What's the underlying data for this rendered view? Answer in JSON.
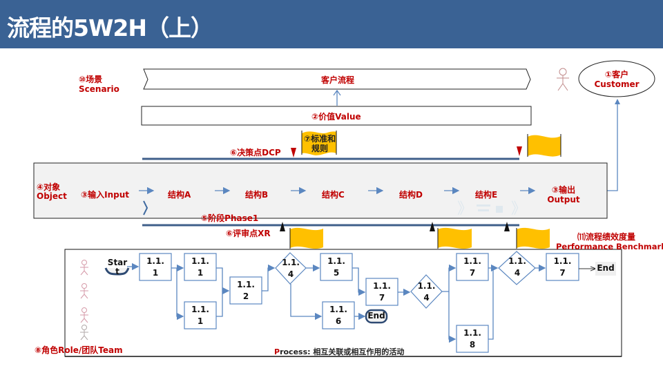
{
  "header": {
    "title": "流程的5W2H（上）"
  },
  "labels": {
    "scenario_cn": "⑩场景",
    "scenario_en": "Scenario",
    "customer_process": "客户流程",
    "value": "②价值Value",
    "customer_cn": "①客户",
    "customer_en": "Customer",
    "standards_line1": "⑦标准和",
    "standards_line2": "规则",
    "dcp": "⑥决策点DCP",
    "object_cn": "④对象",
    "object_en": "Object",
    "input": "③输入Input",
    "structures": [
      "结构A",
      "结构B",
      "结构C",
      "结构D",
      "结构E"
    ],
    "output_cn": "③输出",
    "output_en": "Output",
    "phase": "⑤阶段Phase1",
    "xr": "⑥评审点XR",
    "benchmark_cn": "⑾流程绩效度量",
    "benchmark_en": "Performance Benchmark",
    "role": "⑧角色Role/团队Team",
    "process_prefix": "P",
    "process_rest": "rocess: 相互关联或相互作用的活动"
  },
  "flow": {
    "start_line1": "Star",
    "start_line2": "t",
    "end_label": "End",
    "nodes": [
      {
        "id": "n1",
        "type": "box",
        "line1": "1.1.",
        "line2": "1"
      },
      {
        "id": "n2",
        "type": "box",
        "line1": "1.1.",
        "line2": "1"
      },
      {
        "id": "n3",
        "type": "box",
        "line1": "1.1.",
        "line2": "1"
      },
      {
        "id": "n4",
        "type": "box",
        "line1": "1.1.",
        "line2": "2"
      },
      {
        "id": "d1",
        "type": "diamond",
        "line1": "1.1.",
        "line2": "4"
      },
      {
        "id": "n5",
        "type": "box",
        "line1": "1.1.",
        "line2": "5"
      },
      {
        "id": "n6",
        "type": "box",
        "line1": "1.1.",
        "line2": "6"
      },
      {
        "id": "n7",
        "type": "box",
        "line1": "1.1.",
        "line2": "7"
      },
      {
        "id": "d2",
        "type": "diamond",
        "line1": "1.1.",
        "line2": "4"
      },
      {
        "id": "n8",
        "type": "box",
        "line1": "1.1.",
        "line2": "7"
      },
      {
        "id": "n9",
        "type": "box",
        "line1": "1.1.",
        "line2": "8"
      },
      {
        "id": "d3",
        "type": "diamond",
        "line1": "1.1.",
        "line2": "4"
      },
      {
        "id": "n10",
        "type": "box",
        "line1": "1.1.",
        "line2": "7"
      }
    ]
  },
  "colors": {
    "header_bg": "#3a6294",
    "label_red": "#c00000",
    "flag_yellow": "#ffc000",
    "line_blue": "#5b87c0",
    "bar_navy": "#3f5f8a"
  }
}
